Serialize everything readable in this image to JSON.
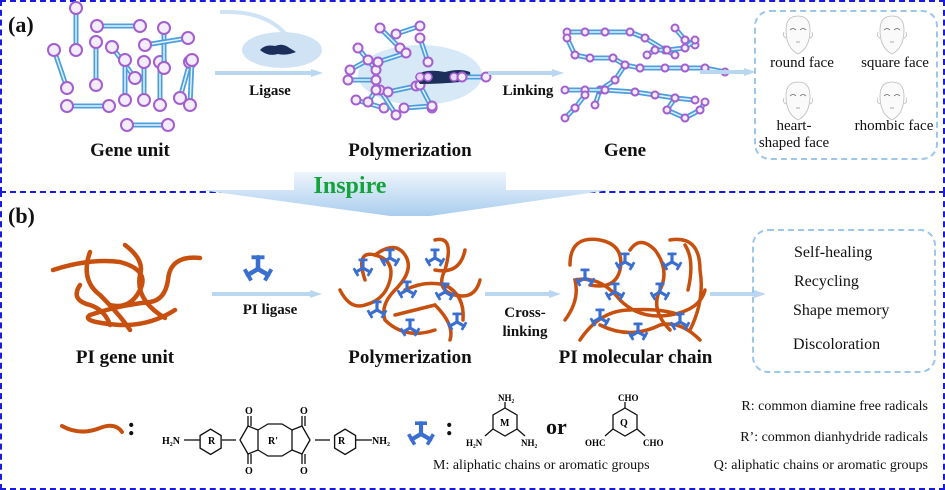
{
  "panel_a": {
    "letter": "(a)",
    "stages": [
      {
        "caption": "Gene unit"
      },
      {
        "caption": "Polymerization"
      },
      {
        "caption": "Gene"
      }
    ],
    "arrows": [
      {
        "label": "Ligase"
      },
      {
        "label": "Linking"
      }
    ],
    "faces": [
      {
        "label": "round face"
      },
      {
        "label": "square face"
      },
      {
        "label": "heart-shaped face"
      },
      {
        "label": "rhombic face"
      }
    ]
  },
  "inspire": {
    "label": "Inspire"
  },
  "panel_b": {
    "letter": "(b)",
    "stages": [
      {
        "caption": "PI gene unit"
      },
      {
        "caption": "Polymerization"
      },
      {
        "caption": "PI molecular chain"
      }
    ],
    "arrows": [
      {
        "label": "PI ligase"
      },
      {
        "label": "Cross-linking",
        "line1": "Cross-",
        "line2": "linking"
      }
    ],
    "properties": [
      "Self-healing",
      "Recycling",
      "Shape memory",
      "Discoloration"
    ]
  },
  "legend": {
    "colon": ":",
    "or": "or",
    "diamine_chem": {
      "left_group": "H₂N",
      "right_group": "NH₂",
      "ring_R": "R",
      "ring_Rprime": "R'",
      "oxygen": "O",
      "nitrogen": "N"
    },
    "triamine_chem": {
      "ring": "M",
      "top": "NH₂",
      "left": "H₂N",
      "right": "NH₂"
    },
    "trialdehyde_chem": {
      "ring": "Q",
      "top": "CHO",
      "left": "OHC",
      "right": "CHO"
    },
    "notes": [
      "R: common diamine free radicals",
      "R’: common dianhydride radicals",
      "M: aliphatic chains or aromatic groups",
      "Q: aliphatic chains or aromatic groups"
    ]
  },
  "colors": {
    "panel_border": "#1a1adf",
    "unit_bond": "#4a9fdc",
    "unit_atom": "#a35fd0",
    "chain_orange": "#c8500f",
    "linker_blue": "#3a6fd0",
    "arrow_light": "#b9d7f0",
    "inspire_green": "#14a33a",
    "ligase_dark": "#1c2f5a"
  }
}
